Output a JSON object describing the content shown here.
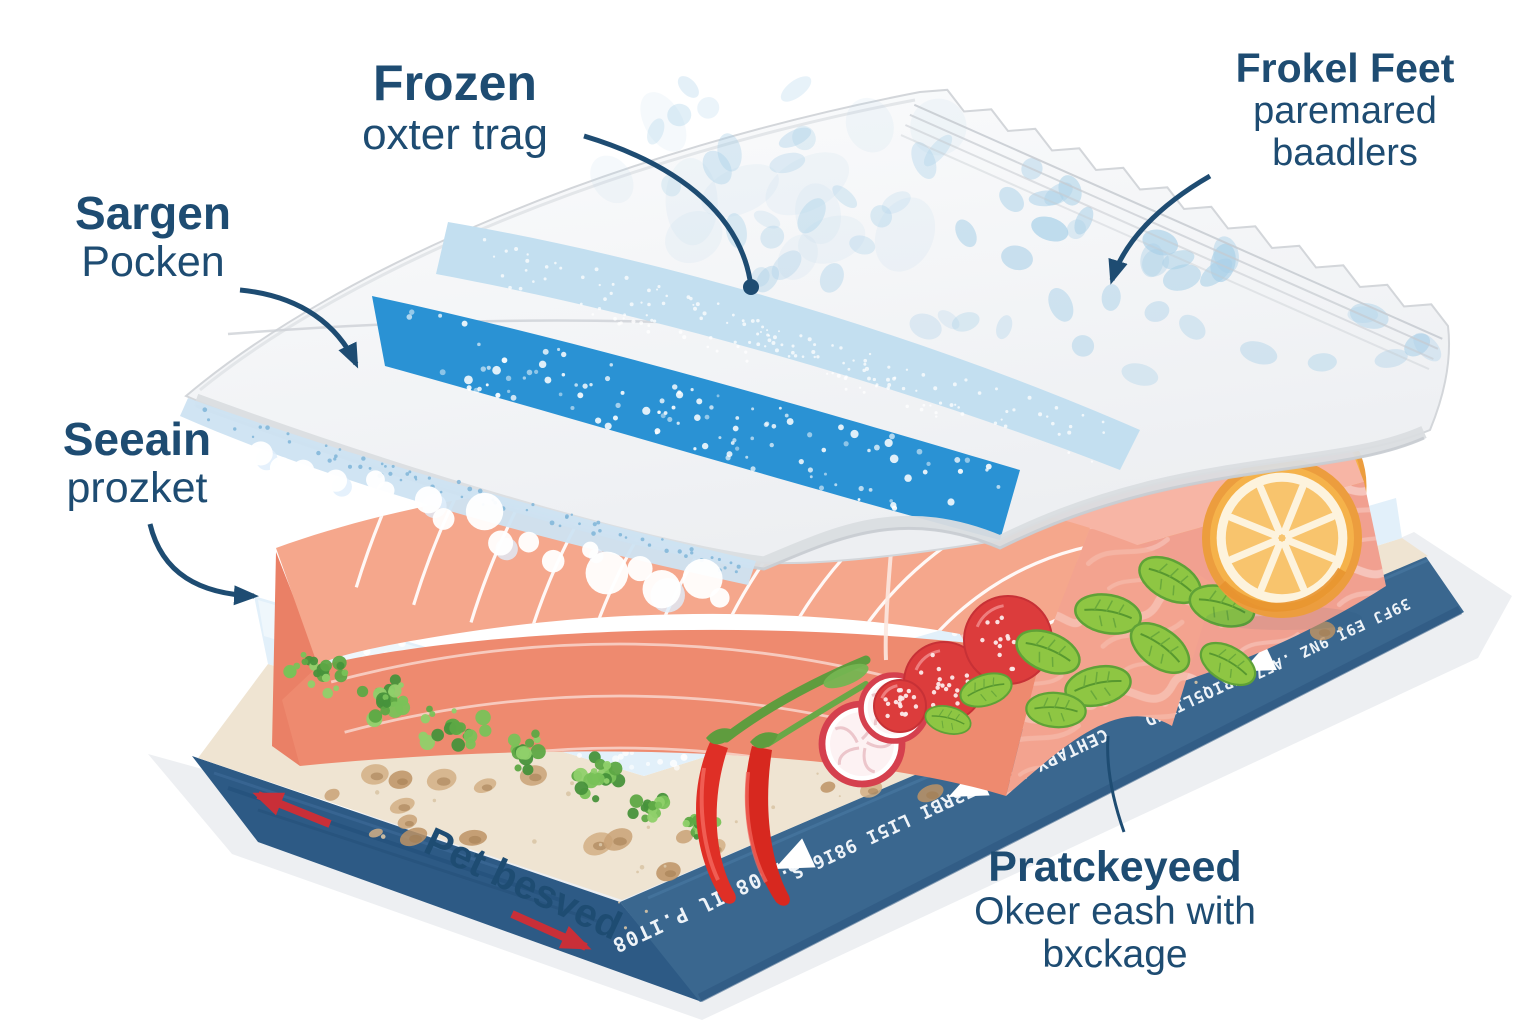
{
  "labels": {
    "frozen": {
      "title": "Frozen",
      "subtitle": "oxter trag"
    },
    "frokel": {
      "title": "Frokel Feet",
      "line1": "paremared",
      "line2": "baadlers"
    },
    "sargen": {
      "title": "Sargen",
      "subtitle": "Pocken"
    },
    "seeain": {
      "title": "Seeain",
      "subtitle": "prozket"
    },
    "pet": {
      "text": "Pet besved"
    },
    "packed": {
      "title": "Pratckeyeed",
      "line1": "Okeer eash with",
      "line2": "bxckage"
    }
  },
  "ribbon": {
    "texts": [
      "R.B08 Il P.IT08",
      "FI73RBI LI5I 98I6.S.S",
      "CEHTAPY.LI",
      "CTRIQ5LIWUD",
      "39FJ E9I 9NZ .A57"
    ]
  },
  "colors": {
    "label_navy": "#1e4c72",
    "arrow_red": "#c92f38",
    "ribbon_blue": "#3a678f",
    "tray_blue": "#2d5a85",
    "panel_blue": "#2a92d4",
    "strip_blue": "#c3dff0",
    "pebble_blue": "#a9d0e8",
    "salmon": "#f3a086",
    "meat_pink": "#f1a090",
    "orange": "#f0a049",
    "pod_green": "#8ec643",
    "porous_beige": "#efe4d2"
  }
}
